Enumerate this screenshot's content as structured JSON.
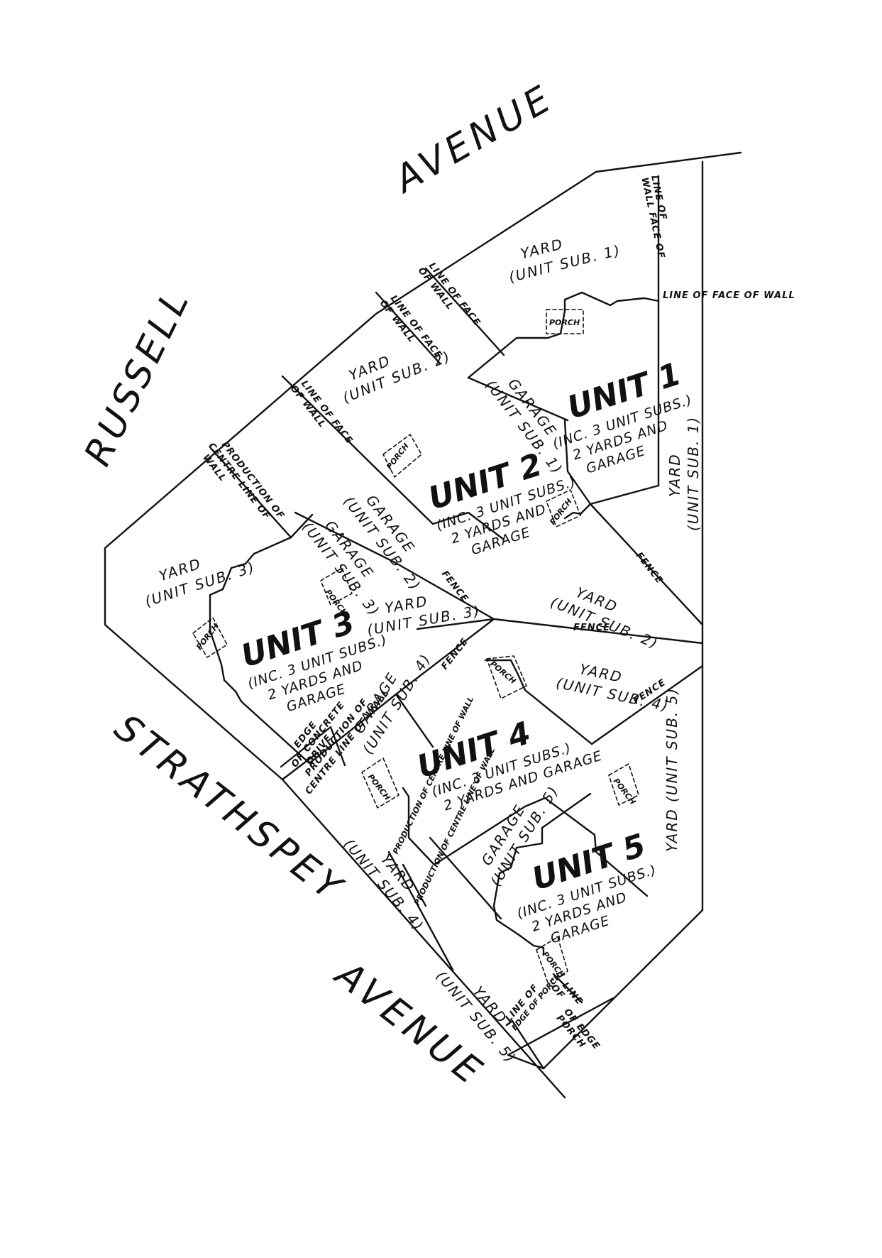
{
  "streets": {
    "russell": "RUSSELL",
    "avenue_top": "AVENUE",
    "strathspey": "STRATHSPEY",
    "avenue_bottom": "AVENUE"
  },
  "units": {
    "unit1": {
      "title": "UNIT 1",
      "line1": "(INC. 3 UNIT SUBS.)",
      "line2": "2 YARDS AND",
      "line3": "GARAGE"
    },
    "unit2": {
      "title": "UNIT 2",
      "line1": "(INC. 3 UNIT SUBS.)",
      "line2": "2 YARDS AND",
      "line3": "GARAGE"
    },
    "unit3": {
      "title": "UNIT 3",
      "line1": "(INC. 3 UNIT SUBS.)",
      "line2": "2 YARDS AND",
      "line3": "GARAGE"
    },
    "unit4": {
      "title": "UNIT 4",
      "line1": "(INC. 3 UNIT SUBS.)",
      "line2": "2 YARDS AND GARAGE"
    },
    "unit5": {
      "title": "UNIT 5",
      "line1": "(INC. 3 UNIT SUBS.)",
      "line2": "2 YARDS AND",
      "line3": "GARAGE"
    }
  },
  "labels": {
    "yard": "YARD",
    "garage": "GARAGE",
    "porch": "PORCH",
    "fence": "FENCE",
    "sub1": "(UNIT SUB. 1)",
    "sub2": "(UNIT SUB. 2)",
    "sub3": "(UNIT SUB. 3)",
    "sub4": "(UNIT SUB. 4)",
    "sub5": "(UNIT SUB. 5)",
    "yard_sub5_right": "YARD (UNIT SUB. 5)",
    "line_face_wall_a": "LINE OF FACE",
    "line_face_wall_b": "OF WALL",
    "line_face_wall_long": "LINE OF FACE OF WALL",
    "wall_face_line_a": "LINE OF",
    "wall_face_line_b": "WALL FACE OF",
    "production_a": "PRODUCTION OF",
    "production_b": "CENTRE LINE OF",
    "production_c": "WALL",
    "centre_line_of_wall": "CENTRE LINE OF WALL",
    "of_centre_line_of_wall": "OF CENTRE LINE OF WALL",
    "production_of_centre_line_of_wall": "PRODUCTION OF CENTRE LINE OF WALL",
    "edge_a": "EDGE",
    "edge_b": "OF CONCRETE",
    "edge_c": "DRIVE",
    "line_of": "LINE OF",
    "edge_of_porch": "EDGE OF PORCH",
    "line_of_edge_a": "LINE",
    "line_of_edge_b": "OF EDGE",
    "line_of_edge_c": "OF",
    "line_of_edge_d": "PORCH"
  }
}
